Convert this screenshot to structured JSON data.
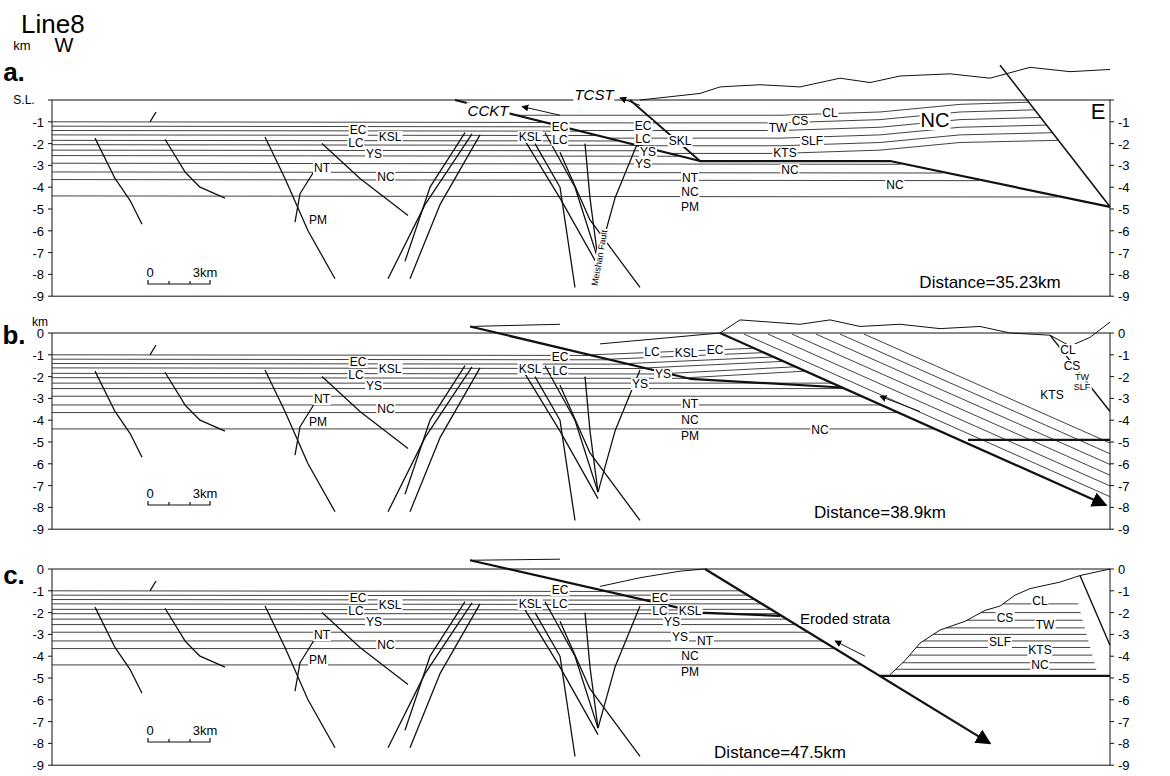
{
  "diagram": {
    "title": "Line8",
    "labels": [
      "a.",
      "km",
      "S.L.",
      "W",
      "E",
      "CCKT",
      "TCST",
      "NC",
      "-1",
      "-2",
      "-3",
      "-4",
      "-5",
      "-6",
      "-7",
      "-8",
      "-9",
      "-1",
      "-2",
      "-3",
      "-4",
      "-5",
      "-6",
      "-7",
      "-8",
      "-9",
      "EC",
      "KSL",
      "LC",
      "YS",
      "NT",
      "NC",
      "PM",
      "KSL",
      "EC",
      "LC",
      "EC",
      "LC",
      "SKL",
      "YS",
      "YS",
      "TW",
      "CS",
      "CL",
      "SLF",
      "KTS",
      "NC",
      "NC",
      "NT",
      "NC",
      "PM",
      "Meishan Fault",
      "0",
      "3km",
      "Distance=35.23km",
      "b.",
      "km",
      "0",
      "-1",
      "-2",
      "-3",
      "-4",
      "-5",
      "-6",
      "-7",
      "-8",
      "-9",
      "0",
      "-1",
      "-2",
      "-3",
      "-4",
      "-5",
      "-6",
      "-7",
      "-8",
      "-9",
      "EC",
      "KSL",
      "LC",
      "YS",
      "NT",
      "NC",
      "PM",
      "KSL",
      "EC",
      "LC",
      "LC",
      "KSL",
      "EC",
      "YS",
      "YS",
      "NT",
      "NC",
      "PM",
      "NC",
      "CL",
      "CS",
      "TW",
      "SLF",
      "KTS",
      "0",
      "3km",
      "Distance=38.9km",
      "c.",
      "0",
      "-1",
      "-2",
      "-3",
      "-4",
      "-5",
      "-6",
      "-7",
      "-8",
      "-9",
      "0",
      "-1",
      "-2",
      "-3",
      "-4",
      "-5",
      "-6",
      "-7",
      "-8",
      "-9",
      "EC",
      "KSL",
      "LC",
      "YS",
      "NT",
      "NC",
      "PM",
      "KSL",
      "EC",
      "LC",
      "EC",
      "LC",
      "KSL",
      "YS",
      "YS",
      "NT",
      "NC",
      "PM",
      "CL",
      "CS",
      "TW",
      "SLF",
      "KTS",
      "NC",
      "Eroded strata",
      "0",
      "3km",
      "Distance=47.5km"
    ]
  }
}
